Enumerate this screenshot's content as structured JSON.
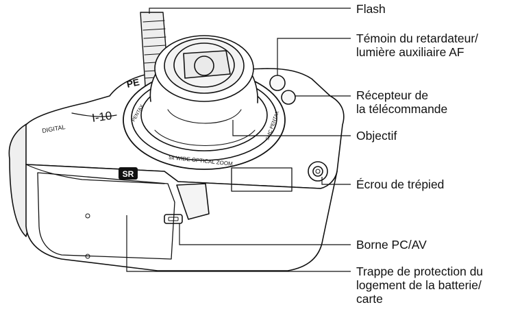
{
  "callouts": {
    "flash": [
      "Flash"
    ],
    "self_timer": [
      "Témoin du retardateur/",
      "lumière auxiliaire AF"
    ],
    "remote_receiver": [
      "Récepteur de",
      "la télécommande"
    ],
    "lens": [
      "Objectif"
    ],
    "tripod_socket": [
      "Écrou de trépied"
    ],
    "pc_av_terminal": [
      "Borne PC/AV"
    ],
    "battery_cover": [
      "Trappe de protection du",
      "logement de la batterie/",
      "carte"
    ]
  },
  "camera_markings": {
    "model": "I-10",
    "series": "DIGITAL",
    "brand_partial": "PE",
    "sr_badge": "SR",
    "lens_ring_text": "5x WIDE OPTICAL ZOOM",
    "brand_ring": "PENTAX",
    "lens_spec": "SMC PENTAX"
  },
  "colors": {
    "line": "#111111",
    "background": "#ffffff",
    "shade": "#d9d9d9"
  }
}
